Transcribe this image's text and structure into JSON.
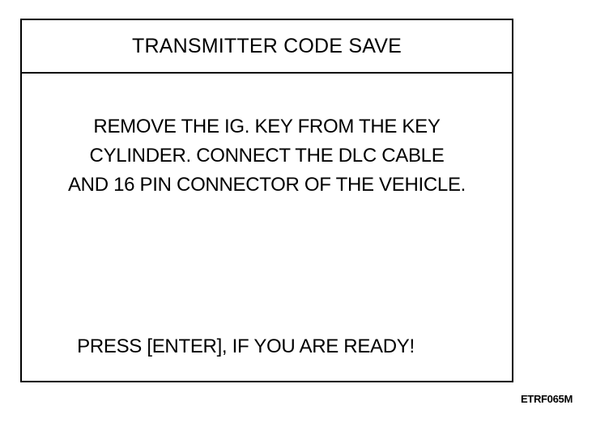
{
  "screen": {
    "title": "TRANSMITTER CODE SAVE",
    "instruction_lines": [
      "REMOVE THE IG. KEY FROM THE KEY",
      "CYLINDER. CONNECT THE DLC CABLE",
      "AND 16 PIN CONNECTOR OF THE VEHICLE."
    ],
    "prompt": "PRESS [ENTER], IF YOU ARE READY!"
  },
  "figure_code": "ETRF065M",
  "colors": {
    "background": "#ffffff",
    "text": "#000000",
    "border": "#000000"
  }
}
